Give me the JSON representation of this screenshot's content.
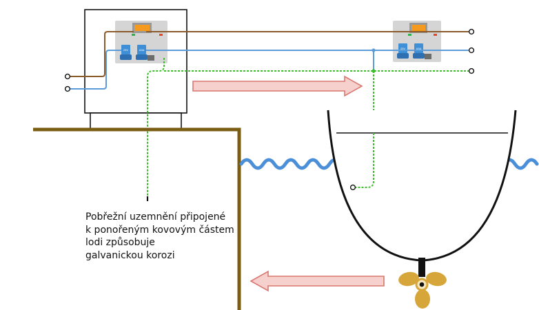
{
  "caption": {
    "lines": [
      "Pobřežní uzemnění připojené",
      "k ponořeným kovovým částem",
      "lodi způsobuje",
      "galvanickou korozi"
    ]
  },
  "panel_labels": {
    "shore_left_breaker": "23V",
    "shore_right_breaker": "A3A",
    "boat_left_breaker": "23V",
    "boat_right_breaker": "A3A"
  },
  "colors": {
    "live_wire": "#8b5a2b",
    "neutral_wire": "#5a9bd8",
    "ground_wire": "#3cbf2a",
    "dock": "#7a5c12",
    "water": "#4a8fd8",
    "current_arrow_fill": "#f6d0cd",
    "current_arrow_stroke": "#d9776f",
    "propeller": "#d6a63a",
    "hull": "#111111"
  },
  "icons": {
    "current_arrow_right": "arrow-right-icon",
    "current_arrow_left": "arrow-left-icon",
    "propeller": "propeller-icon"
  }
}
